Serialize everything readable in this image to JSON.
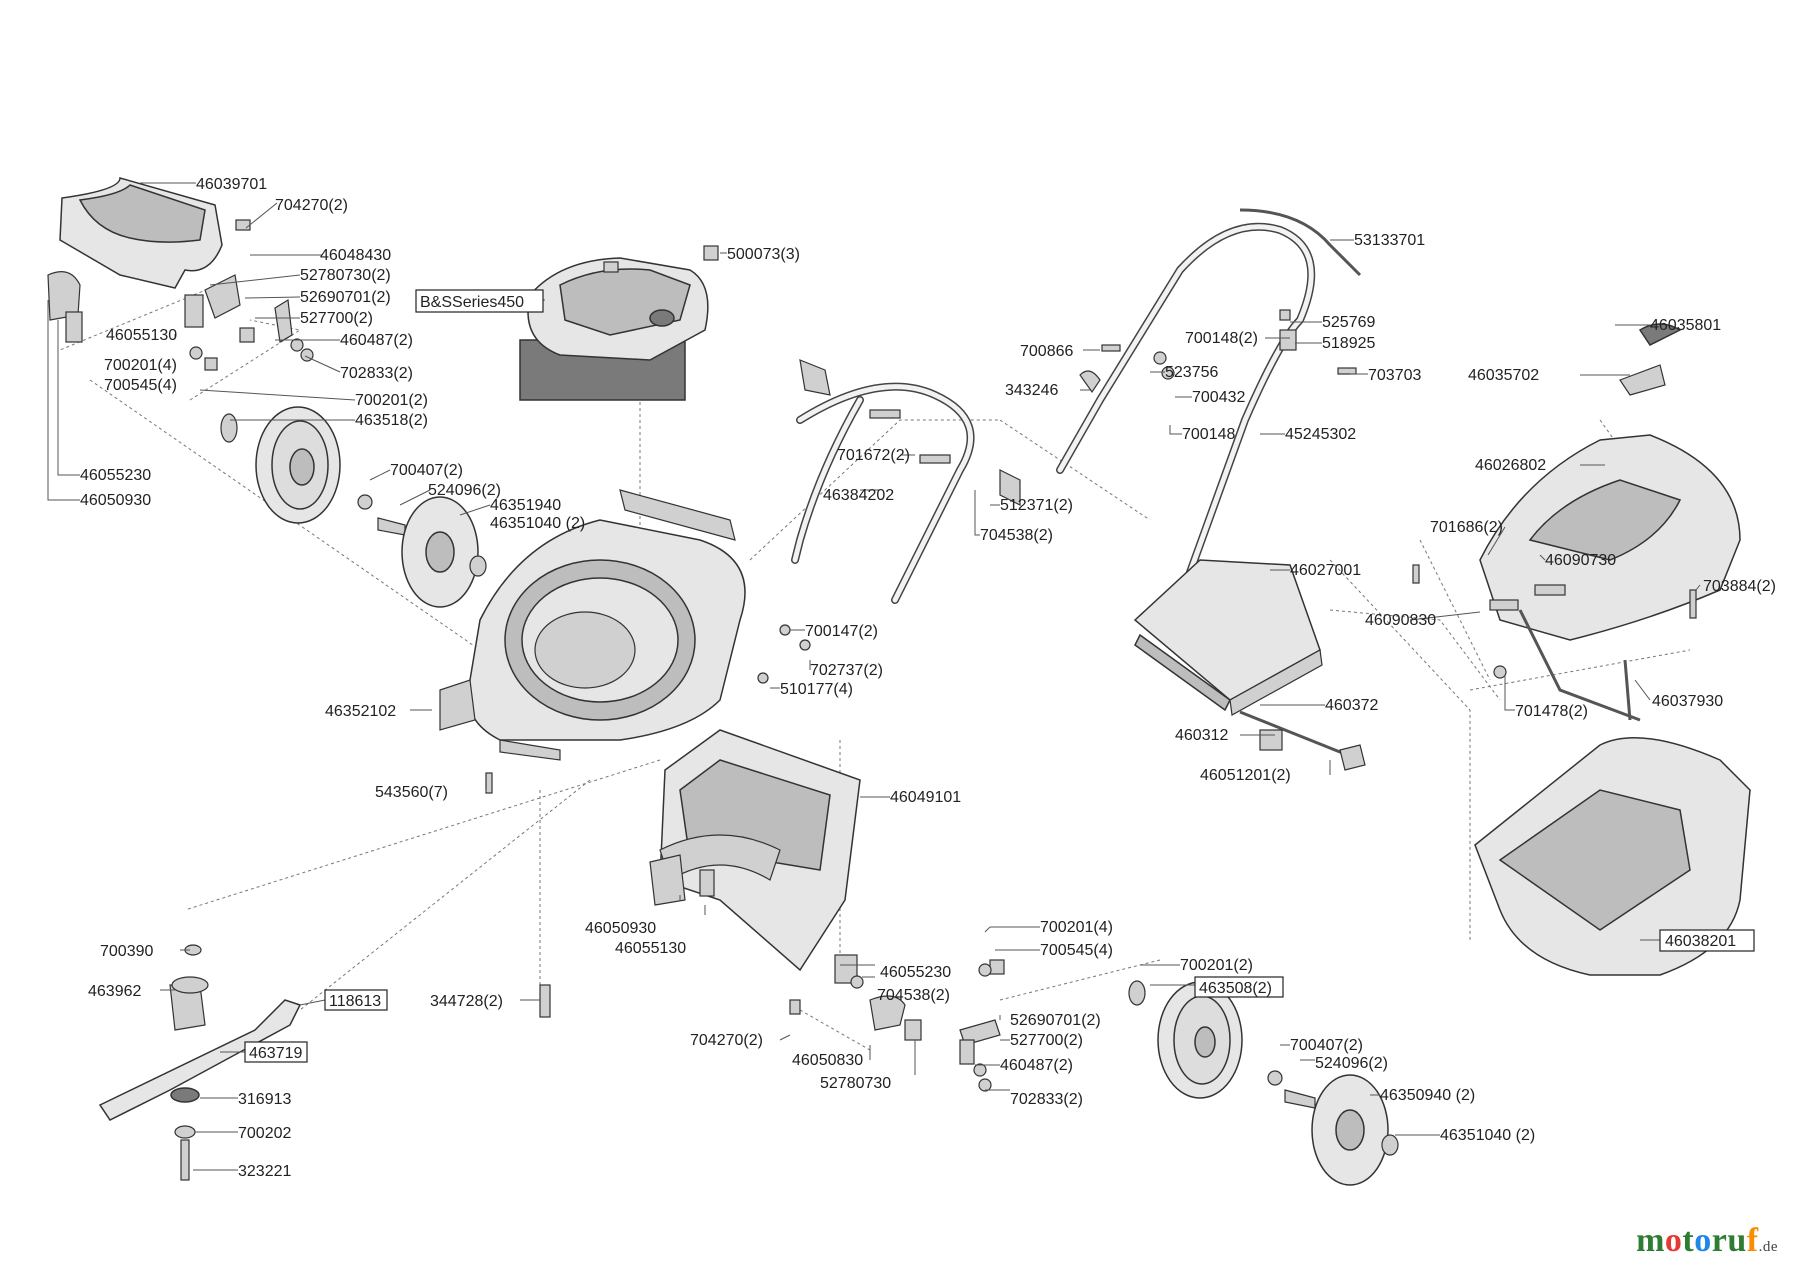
{
  "parts": {
    "p46039701": "46039701",
    "p704270_2_a": "704270(2)",
    "p46048430": "46048430",
    "p52780730_2": "52780730(2)",
    "p52690701_2_a": "52690701(2)",
    "p527700_2_a": "527700(2)",
    "p460487_2_a": "460487(2)",
    "p702833_2_a": "702833(2)",
    "p46055130_a": "46055130",
    "p700201_4_a": "700201(4)",
    "p700545_4_a": "700545(4)",
    "p700201_2_a": "700201(2)",
    "p463518_2": "463518(2)",
    "p46055230_a": "46055230",
    "p46050930_a": "46050930",
    "p700407_2_a": "700407(2)",
    "p524096_2_a": "524096(2)",
    "p46351940": "46351940",
    "p46351040_2_a": "46351040 (2)",
    "engine": "B&SSeries450",
    "p500073_3": "500073(3)",
    "p53133701": "53133701",
    "p525769": "525769",
    "p700148_2": "700148(2)",
    "p518925": "518925",
    "p700866": "700866",
    "p523756": "523756",
    "p703703": "703703",
    "p343246": "343246",
    "p700432": "700432",
    "p700148": "700148",
    "p45245302": "45245302",
    "p46035801": "46035801",
    "p46035702": "46035702",
    "p46026802": "46026802",
    "p701672_2": "701672(2)",
    "p46384202": "46384202",
    "p512371_2": "512371(2)",
    "p704538_2_a": "704538(2)",
    "p701686_2": "701686(2)",
    "p46090730": "46090730",
    "p703884_2": "703884(2)",
    "p46027001": "46027001",
    "p46090830": "46090830",
    "p700147_2": "700147(2)",
    "p702737_2": "702737(2)",
    "p510177_4": "510177(4)",
    "p46352102": "46352102",
    "p701478_2": "701478(2)",
    "p46037930": "46037930",
    "p460372": "460372",
    "p460312": "460312",
    "p46051201_2": "46051201(2)",
    "p543560_7": "543560(7)",
    "p46049101": "46049101",
    "p46050930_b": "46050930",
    "p46055130_b": "46055130",
    "p46038201": "46038201",
    "p700390": "700390",
    "p463962": "463962",
    "p118613": "118613",
    "p463719": "463719",
    "p316913": "316913",
    "p700202": "700202",
    "p323221": "323221",
    "p344728_2": "344728(2)",
    "p46055230_b": "46055230",
    "p704538_2_b": "704538(2)",
    "p704270_2_b": "704270(2)",
    "p46050830": "46050830",
    "p52780730": "52780730",
    "p700201_4_b": "700201(4)",
    "p700545_4_b": "700545(4)",
    "p52690701_2_b": "52690701(2)",
    "p527700_2_b": "527700(2)",
    "p460487_2_b": "460487(2)",
    "p702833_2_b": "702833(2)",
    "p700201_2_b": "700201(2)",
    "p463508_2": "463508(2)",
    "p700407_2_b": "700407(2)",
    "p524096_2_b": "524096(2)",
    "p46350940_2": "46350940 (2)",
    "p46351040_2_b": "46351040 (2)"
  },
  "watermark": {
    "m": "m",
    "o1": "o",
    "t": "t",
    "o2": "o",
    "r": "r",
    "u": "u",
    "f": "f",
    "de": ".de"
  }
}
